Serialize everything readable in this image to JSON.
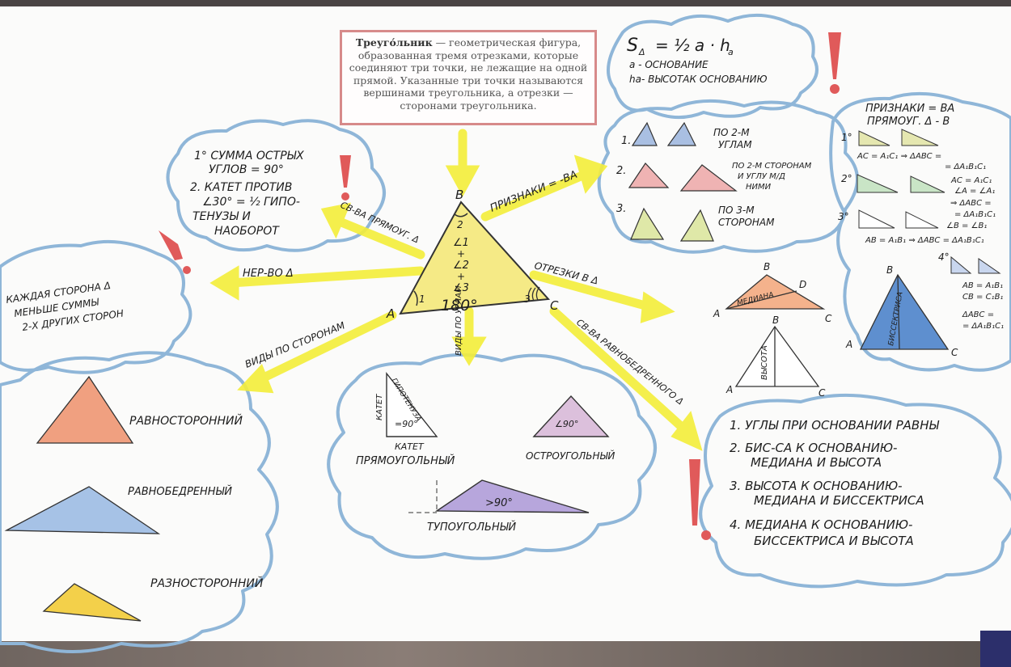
{
  "definition": {
    "term": "Треуго́льник",
    "text": " — геометрическая фигура, образованная тремя отрезками, которые соединяют три точки, не лежащие на одной прямой. Указанные три точки называются вершинами треугольника, а отрезки — сторонами треугольника."
  },
  "area": {
    "formula_lhs": "S",
    "formula_sub": "Δ",
    "formula_rhs": "= ½ a · h",
    "formula_rhs_sub": "a",
    "line_a": "a - ОСНОВАНИЕ",
    "line_h": "ha- ВЫСОТАК ОСНОВАНИЮ"
  },
  "center": {
    "vertex_a": "A",
    "vertex_b": "B",
    "vertex_c": "C",
    "angle_1": "1",
    "angle_2": "2",
    "angle_3": "3",
    "sum_line1": "∠1",
    "sum_line2": "∠2",
    "sum_line3": "∠3",
    "plus": "+",
    "total": "180°"
  },
  "branches": {
    "right_props": "СВ-ВА ПРЯМОУГ. Δ",
    "signs": "ПРИЗНАКИ = -ВА",
    "inequality": "НЕР-ВО Δ",
    "segments": "ОТРЕЗКИ В Δ",
    "by_sides": "ВИДЫ ПО СТОРОНАМ",
    "by_angles": "ВИДЫ ПО УГЛАМ",
    "isosceles_props": "СВ-ВА РАВНОБЕДРЕННОГО Δ"
  },
  "right_triangle_props": {
    "p1_line1": "1° СУММА ОСТРЫХ",
    "p1_line2": "УГЛОВ = 90°",
    "p2_line1": "2. КАТЕТ ПРОТИВ",
    "p2_line2": "∠30° = ½ ГИПО-",
    "p2_line3": "ТЕНУЗЫ И",
    "p2_line4": "НАОБОРОТ"
  },
  "inequality_cloud": {
    "line1": "КАЖДАЯ СТОРОНА Δ",
    "line2": "МЕНЬШЕ СУММЫ",
    "line3": "2-Х ДРУГИХ СТОРОН"
  },
  "equality_signs": {
    "n1": "1.",
    "s1_line1": "ПО 2-М",
    "s1_line2": "УГЛАМ",
    "n2": "2.",
    "s2_line1": "ПО 2-М СТОРОНАМ",
    "s2_line2": "И УГЛУ М/Д",
    "s2_line3": "НИМИ",
    "n3": "3.",
    "s3_line1": "ПО 3-М",
    "s3_line2": "СТОРОНАМ"
  },
  "right_equality": {
    "title_line1": "ПРИЗНАКИ = ВА",
    "title_line2": "ПРЯМОУГ. Δ - В",
    "r1": "AC = A₁C₁ ⇒ ΔABC =",
    "r1b": "= ΔA₁B₁C₁",
    "r2": "AC = A₁C₁",
    "r2b": "∠A = ∠A₁",
    "r2c": "⇒ ΔABC =",
    "r2d": "= ΔA₁B₁C₁",
    "r3": "∠B = ∠B₁",
    "r3b": "AB = A₁B₁ ⇒ ΔABC = ΔA₁B₁C₁",
    "r4": "AB = A₁B₁",
    "r4b": "CB = C₁B₁",
    "r4c": "ΔABC =",
    "r4d": "= ΔA₁B₁C₁",
    "n1": "1°",
    "n2": "2°",
    "n3": "3°",
    "n4": "4°"
  },
  "segments_examples": {
    "median": "МЕДИАНА",
    "height": "ВЫСОТА",
    "bisector": "БИССЕКТРИСА",
    "a": "A",
    "b": "B",
    "c": "C",
    "d": "D"
  },
  "types_by_sides": {
    "equilateral": "РАВНОСТОРОННИЙ",
    "isosceles": "РАВНОБЕДРЕННЫЙ",
    "scalene": "РАЗНОСТОРОННИЙ"
  },
  "types_by_angles": {
    "leg": "КАТЕТ",
    "hypotenuse": "ГИПОТЕНУЗА",
    "right_angle": "=90°",
    "right": "ПРЯМОУГОЛЬНЫЙ",
    "acute_angle": "∠90°",
    "acute": "ОСТРОУГОЛЬНЫЙ",
    "obtuse_angle": ">90°",
    "obtuse": "ТУПОУГОЛЬНЫЙ"
  },
  "isosceles_props": {
    "p1": "1. УГЛЫ ПРИ ОСНОВАНИИ РАВНЫ",
    "p2_line1": "2. БИС-СА К ОСНОВАНИЮ-",
    "p2_line2": "МЕДИАНА И ВЫСОТА",
    "p3_line1": "3. ВЫСОТА К ОСНОВАНИЮ-",
    "p3_line2": "МЕДИАНА И БИССЕКТРИСА",
    "p4_line1": "4. МЕДИАНА К ОСНОВАНИЮ-",
    "p4_line2": "БИССЕКТРИСА И ВЫСОТА"
  },
  "colors": {
    "arrow": "#f4ee3a",
    "cloud_edge": "#8fb6d8",
    "central_fill": "#f5ea86",
    "mark_red": "#e05a5a"
  }
}
